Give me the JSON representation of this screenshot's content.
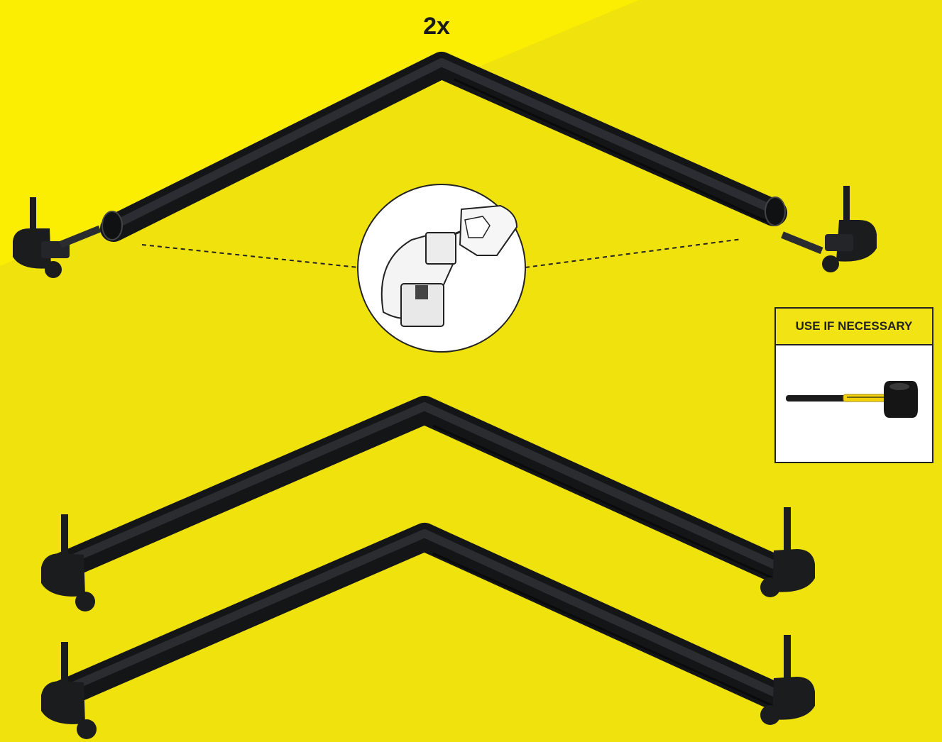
{
  "step": {
    "quantity_label": "2x"
  },
  "tool_panel": {
    "header": "USE IF NECESSARY",
    "tool_icon": "rubber-mallet-icon"
  },
  "colors": {
    "background": "#f0e20c",
    "background_top": "#fbee03",
    "tube": "#1d1f22",
    "tube_highlight": "#3d4146",
    "panel_border": "#222222"
  },
  "illustration": {
    "parts": [
      "v-frame-tube",
      "corner-connector-left",
      "corner-connector-right",
      "assembled-v-frame",
      "assembled-v-frame"
    ],
    "detail_icon": "connector-insert-detail-icon"
  }
}
